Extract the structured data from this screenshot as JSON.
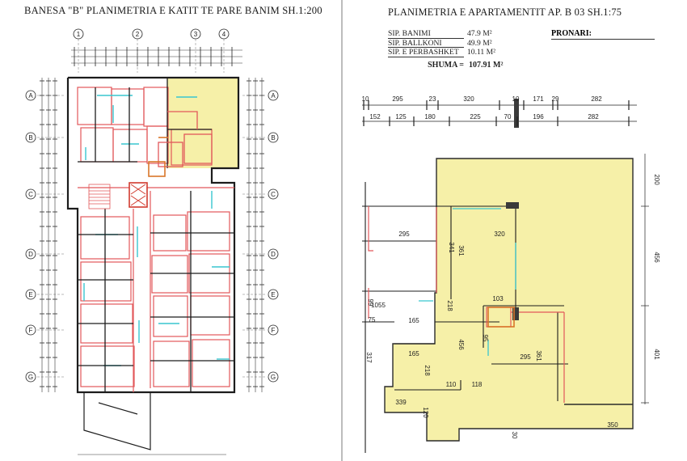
{
  "left_panel": {
    "title": "BANESA \"B\" PLANIMETRIA E KATIT TE PARE BANIM SH.1:200",
    "grid_columns": [
      "1",
      "2",
      "3",
      "4"
    ],
    "grid_rows": [
      "A",
      "B",
      "C",
      "D",
      "E",
      "F",
      "G"
    ]
  },
  "right_panel": {
    "title": "PLANIMETRIA E APARTAMENTIT AP. B 03  SH.1:75",
    "areas": [
      {
        "label": "SIP. BANIMI",
        "value": "47.9 M²"
      },
      {
        "label": "SIP. BALLKONI",
        "value": "49.9 M²"
      },
      {
        "label": "SIP. E PERBASHKET",
        "value": "10.11 M²"
      }
    ],
    "total_label": "SHUMA =",
    "total_value": "107.91 M²",
    "owner_label": "PRONARI:",
    "top_dims_row1": [
      "10",
      "295",
      "23",
      "320",
      "10",
      "171",
      "29",
      "282"
    ],
    "top_dims_row2": [
      "152",
      "125",
      "180",
      "225",
      "70",
      "196",
      "282"
    ],
    "right_dims": [
      "200",
      "456",
      "401"
    ],
    "plan_dims": [
      "295",
      "320",
      "341",
      "361",
      "103",
      "218",
      "165",
      "75",
      "99",
      "1055",
      "95",
      "456",
      "361",
      "295",
      "165",
      "218",
      "110",
      "118",
      "339",
      "120",
      "350",
      "317",
      "30"
    ]
  },
  "colors": {
    "highlight_yellow": "#f6f0a8",
    "wall_red": "#e2585a",
    "wall_cyan": "#39c6cf",
    "wall_black": "#1c1c1c",
    "accent_orange": "#d9762a"
  }
}
